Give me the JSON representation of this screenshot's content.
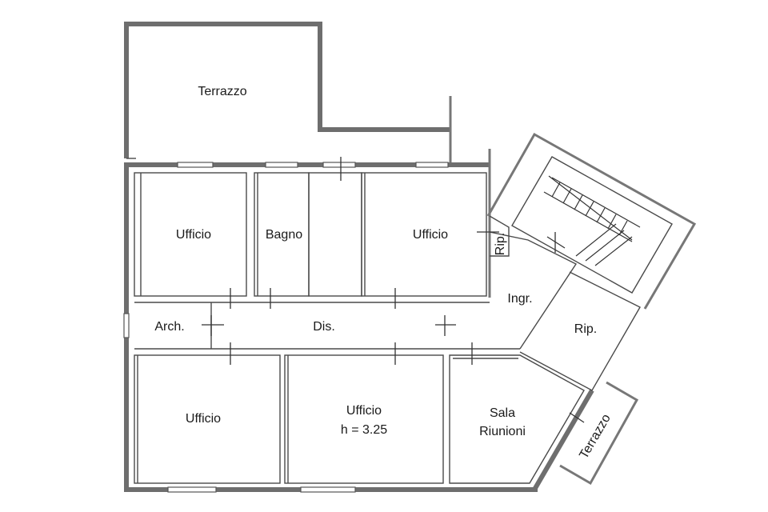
{
  "floor_plan": {
    "rooms": {
      "terrazzo_top": "Terrazzo",
      "ufficio_1": "Ufficio",
      "bagno": "Bagno",
      "ufficio_2": "Ufficio",
      "rip_small": "Rip.",
      "ingr": "Ingr.",
      "arch": "Arch.",
      "dis": "Dis.",
      "rip": "Rip.",
      "ufficio_3": "Ufficio",
      "ufficio_4": "Ufficio",
      "ufficio_4_height": "h = 3.25",
      "sala_line1": "Sala",
      "sala_line2": "Riunioni",
      "terrazzo_side": "Terrazzo"
    }
  }
}
